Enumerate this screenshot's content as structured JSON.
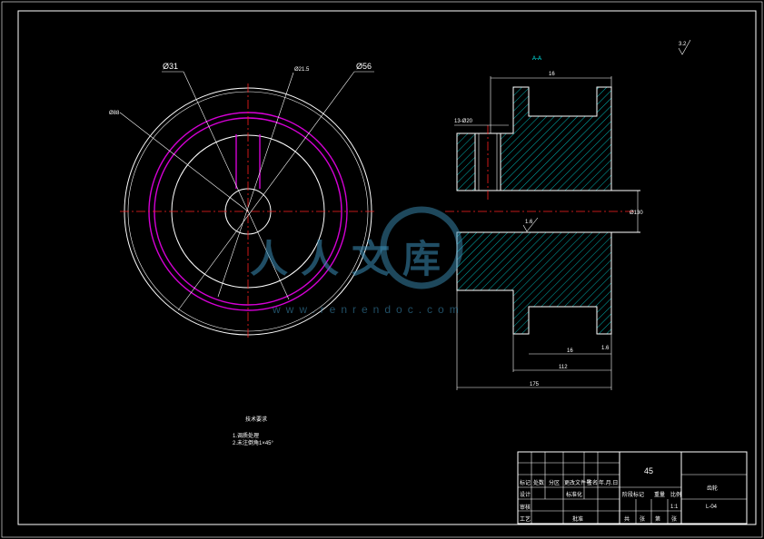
{
  "dimensions": {
    "phi31": "Ø31",
    "phi56": "Ø56",
    "small_center": "Ø21.5",
    "small_left": "Ø88",
    "section_label": "A-A",
    "roughness_corner": "3.2",
    "roughness_bore": "1.6",
    "dim_top": "16",
    "dim_keyway": "13-Ø20",
    "dim_bore": "Ø130",
    "dim_inner": "16",
    "dim_flange": "1.6",
    "dim_mid": "112",
    "dim_total": "175"
  },
  "notes": {
    "heading": "技术要求",
    "line1": "1.调质处理",
    "line2": "2.未注倒角1×45°"
  },
  "title_block": {
    "material": "45",
    "part_name": "齿轮",
    "drawing_no": "L-04",
    "scale": "1:1",
    "rev_headers": [
      "标记",
      "处数",
      "分区",
      "更改文件号",
      "签名",
      "年.月.日"
    ],
    "design": "设计",
    "standard": "标准化",
    "stage_mark": "阶段标记",
    "weight": "重量",
    "ratio": "比例",
    "review": "审核",
    "craft": "工艺",
    "approve": "批准",
    "sheet_total": "共",
    "sheet_label": "张",
    "sheet_no": "第",
    "sheet_no_label": "张"
  },
  "watermark": {
    "main": "人人文库",
    "url": "www.renrendoc.com"
  }
}
